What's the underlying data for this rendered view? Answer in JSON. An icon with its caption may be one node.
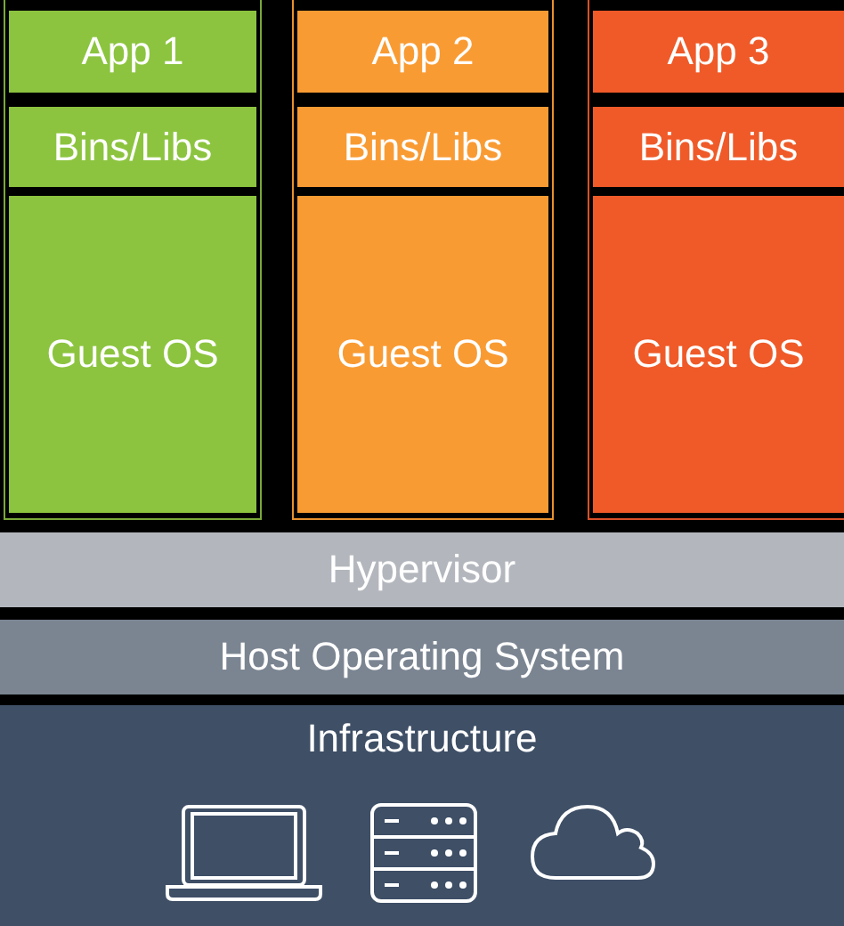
{
  "diagram": {
    "nodes": [
      {
        "text": [
          "App 1"
        ]
      },
      {
        "text": [
          "App 2"
        ]
      },
      {
        "text": [
          "App 3"
        ]
      },
      {
        "text": [
          "Bins/Libs"
        ]
      },
      {
        "text": [
          "Bins/Libs"
        ]
      },
      {
        "text": [
          "Bins/Libs"
        ]
      },
      {
        "text": [
          "Guest OS"
        ]
      },
      {
        "text": [
          "Guest OS"
        ]
      },
      {
        "text": [
          "Guest OS"
        ]
      },
      {
        "text": [
          "Hypervisor"
        ]
      },
      {
        "text": [
          "Host Operating System"
        ]
      },
      {
        "text": [
          "Infrastructure"
        ]
      }
    ]
  }
}
